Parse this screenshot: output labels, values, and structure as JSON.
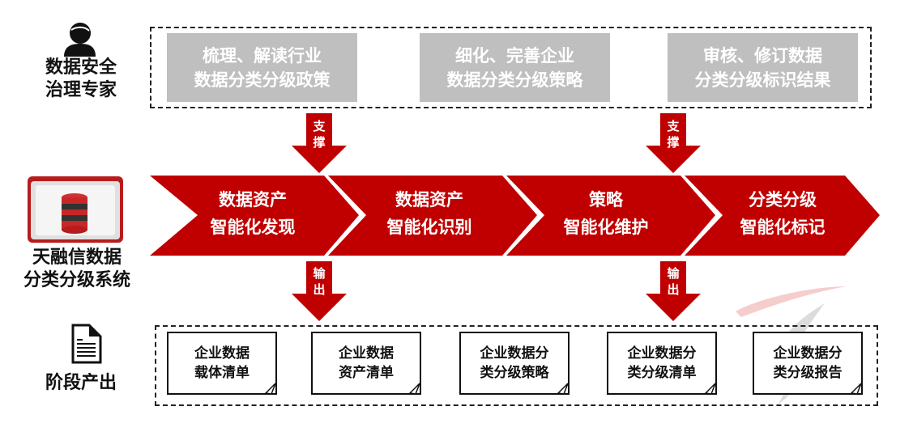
{
  "roles": {
    "expert": {
      "icon": "person-icon",
      "lines": [
        "数据安全",
        "治理专家"
      ]
    },
    "system": {
      "icon": "database-server-icon",
      "lines": [
        "天融信数据",
        "分类分级系统"
      ]
    },
    "output": {
      "icon": "document-icon",
      "lines": [
        "阶段产出"
      ]
    }
  },
  "expert_tasks": [
    {
      "lines": [
        "梳理、解读行业",
        "数据分类分级政策"
      ]
    },
    {
      "lines": [
        "细化、完善企业",
        "数据分类分级策略"
      ]
    },
    {
      "lines": [
        "审核、修订数据",
        "分类分级标识结果"
      ]
    }
  ],
  "support_arrows": [
    {
      "lines": [
        "支",
        "撑"
      ]
    },
    {
      "lines": [
        "支",
        "撑"
      ]
    }
  ],
  "process_steps": [
    {
      "lines": [
        "数据资产",
        "智能化发现"
      ]
    },
    {
      "lines": [
        "数据资产",
        "智能化识别"
      ]
    },
    {
      "lines": [
        "策略",
        "智能化维护"
      ]
    },
    {
      "lines": [
        "分类分级",
        "智能化标记"
      ]
    }
  ],
  "output_arrows": [
    {
      "lines": [
        "输",
        "出"
      ]
    },
    {
      "lines": [
        "输",
        "出"
      ]
    }
  ],
  "deliverables": [
    {
      "lines": [
        "企业数据",
        "载体清单"
      ]
    },
    {
      "lines": [
        "企业数据",
        "资产清单"
      ]
    },
    {
      "lines": [
        "企业数据分",
        "类分级策略"
      ]
    },
    {
      "lines": [
        "企业数据分",
        "类分级清单"
      ]
    },
    {
      "lines": [
        "企业数据分",
        "类分级报告"
      ]
    }
  ],
  "colors": {
    "accent_red": "#c00000",
    "gray_box": "#bfbfbf",
    "text_dark": "#111111"
  }
}
